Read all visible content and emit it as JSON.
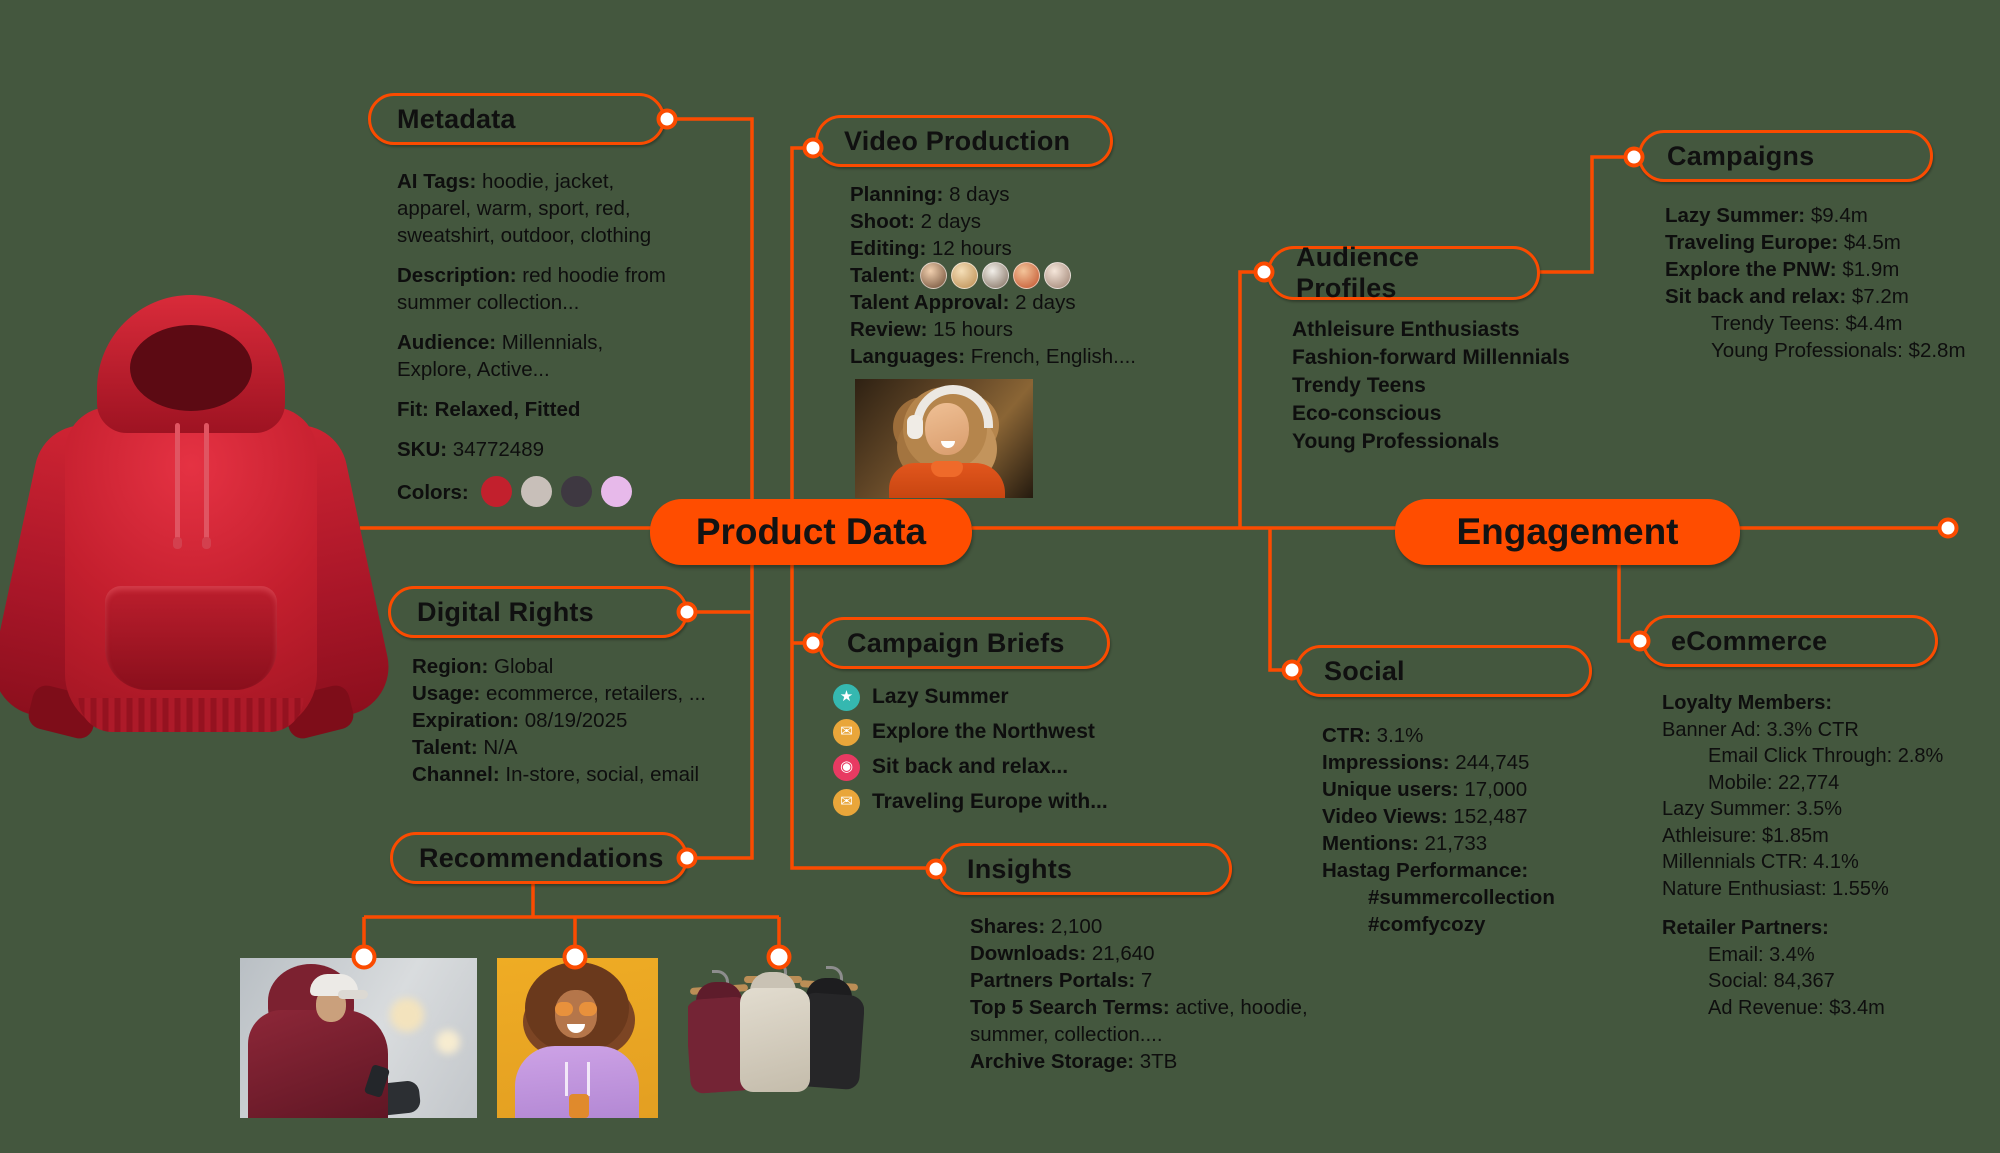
{
  "palette": {
    "background": "#44573e",
    "accent": "#fb4b00",
    "pill_fill": "#ff4d00",
    "text": "#0d0d0d"
  },
  "center_nodes": {
    "product_data": "Product Data",
    "engagement": "Engagement"
  },
  "icon_glyphs": {
    "trophy-icon": "★",
    "envelope-icon": "✉",
    "badge-icon": "◉"
  },
  "nodes": {
    "metadata": {
      "title": "Metadata",
      "fields": [
        {
          "label": "AI Tags:",
          "value": "hoodie, jacket, apparel, warm, sport, red,  sweatshirt, outdoor, clothing"
        },
        {
          "label": "Description:",
          "value": "red hoodie from summer collection...",
          "gap": true
        },
        {
          "label": "Audience:",
          "value": "Millennials, Explore, Active...",
          "gap": true
        },
        {
          "label": "Fit:",
          "value": "Relaxed, Fitted",
          "value_bold": true,
          "gap": true
        },
        {
          "label": "SKU:",
          "value": "34772489",
          "gap": true
        },
        {
          "label": "Colors:",
          "swatches": [
            "#c2202d",
            "#c8bfb9",
            "#3e3841",
            "#e7b9ea"
          ],
          "gap": true
        }
      ]
    },
    "video_production": {
      "title": "Video Production",
      "fields": [
        {
          "label": "Planning:",
          "value": "8 days"
        },
        {
          "label": "Shoot:",
          "value": "2 days"
        },
        {
          "label": "Editing:",
          "value": "12 hours"
        },
        {
          "label": "Talent:",
          "avatars": [
            [
              "#f0cfae",
              "#6b4a33"
            ],
            [
              "#f5dfb8",
              "#b98a4e"
            ],
            [
              "#f2efe9",
              "#7d6a5a"
            ],
            [
              "#f3c49a",
              "#c1502a"
            ],
            [
              "#f5e6da",
              "#9b7f6f"
            ]
          ]
        },
        {
          "label": "Talent Approval:",
          "value": "2 days"
        },
        {
          "label": "Review:",
          "value": "15 hours"
        },
        {
          "label": "Languages:",
          "value": "French, English...."
        }
      ]
    },
    "campaigns": {
      "title": "Campaigns",
      "fields": [
        {
          "label": "Lazy Summer:",
          "value": "$9.4m"
        },
        {
          "label": "Traveling Europe:",
          "value": "$4.5m"
        },
        {
          "label": "Explore the PNW:",
          "value": "$1.9m"
        },
        {
          "label": "Sit back and relax:",
          "value": "$7.2m"
        },
        {
          "plain": "Trendy Teens: $4.4m",
          "indent": true
        },
        {
          "plain": "Young Professionals: $2.8m",
          "indent": true
        }
      ]
    },
    "audience_profiles": {
      "title": "Audience Profiles",
      "fields": [
        {
          "plain": "Athleisure Enthusiasts",
          "bold": true
        },
        {
          "plain": "Fashion-forward Millennials",
          "bold": true
        },
        {
          "plain": "Trendy Teens",
          "bold": true
        },
        {
          "plain": "Eco-conscious",
          "bold": true
        },
        {
          "plain": "Young Professionals",
          "bold": true
        }
      ]
    },
    "digital_rights": {
      "title": "Digital Rights",
      "fields": [
        {
          "label": "Region:",
          "value": "Global"
        },
        {
          "label": "Usage:",
          "value": "ecommerce, retailers, ..."
        },
        {
          "label": "Expiration:",
          "value": "08/19/2025"
        },
        {
          "label": "Talent:",
          "value": "N/A"
        },
        {
          "label": "Channel:",
          "value": "In-store, social, email"
        }
      ]
    },
    "campaign_briefs": {
      "title": "Campaign Briefs",
      "items": [
        {
          "icon": "trophy-icon",
          "icon_bg": "#35b8b0",
          "text": "Lazy Summer"
        },
        {
          "icon": "envelope-icon",
          "icon_bg": "#e9a63a",
          "text": "Explore the Northwest"
        },
        {
          "icon": "badge-icon",
          "icon_bg": "#e83a62",
          "text": "Sit back and relax..."
        },
        {
          "icon": "envelope-icon",
          "icon_bg": "#e9a63a",
          "text": "Traveling Europe with..."
        }
      ]
    },
    "social": {
      "title": "Social",
      "fields": [
        {
          "label": "CTR:",
          "value": "3.1%"
        },
        {
          "label": "Impressions:",
          "value": "244,745"
        },
        {
          "label": "Unique users:",
          "value": "17,000"
        },
        {
          "label": "Video Views:",
          "value": "152,487"
        },
        {
          "label": "Mentions:",
          "value": "21,733"
        },
        {
          "label": "Hastag Performance:"
        },
        {
          "plain": "#summercollection",
          "bold": true,
          "indent": true
        },
        {
          "plain": "#comfycozy",
          "bold": true,
          "indent": true
        }
      ]
    },
    "ecommerce": {
      "title": "eCommerce",
      "fields": [
        {
          "plain": "Loyalty Members:",
          "bold": true
        },
        {
          "plain": "Banner Ad: 3.3% CTR"
        },
        {
          "plain": "Email Click Through: 2.8%",
          "indent": true
        },
        {
          "plain": "Mobile: 22,774",
          "indent": true
        },
        {
          "plain": "Lazy Summer: 3.5%"
        },
        {
          "plain": "Athleisure: $1.85m"
        },
        {
          "plain": "Millennials CTR: 4.1%"
        },
        {
          "plain": "Nature Enthusiast: 1.55%"
        },
        {
          "plain": "Retailer Partners:",
          "bold": true,
          "gap": true
        },
        {
          "plain": "Email: 3.4%",
          "indent": true
        },
        {
          "plain": "Social: 84,367",
          "indent": true
        },
        {
          "plain": "Ad Revenue: $3.4m",
          "indent": true
        }
      ]
    },
    "insights": {
      "title": "Insights",
      "fields": [
        {
          "label": "Shares:",
          "value": "2,100"
        },
        {
          "label": "Downloads:",
          "value": "21,640"
        },
        {
          "label": "Partners Portals:",
          "value": "7"
        },
        {
          "label": "Top 5 Search Terms:",
          "value": "active, hoodie, summer, collection...."
        },
        {
          "label": "Archive Storage:",
          "value": "3TB"
        }
      ]
    },
    "recommendations": {
      "title": "Recommendations",
      "images": [
        "man-in-maroon-hoodie-photo",
        "woman-in-purple-hoodie-photo",
        "hoodies-on-hangers-photo"
      ]
    }
  },
  "images": {
    "product_photo": "red-hoodie-product-photo",
    "video_production_photo": "woman-with-headphones-photo"
  }
}
